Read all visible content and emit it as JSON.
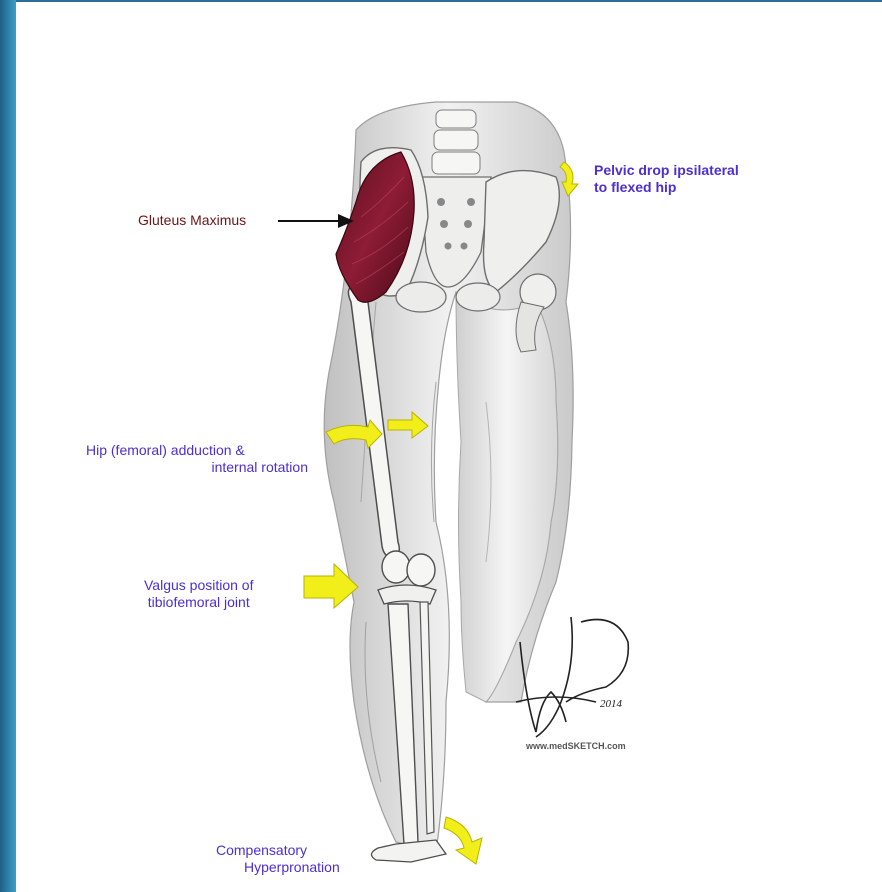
{
  "labels": {
    "gluteus": "Gluteus Maximus",
    "pelvic_line1": "Pelvic drop ipsilateral",
    "pelvic_line2": "to flexed hip",
    "hip_line1": "Hip (femoral) adduction &",
    "hip_line2": "internal rotation",
    "valgus_line1": "Valgus position of",
    "valgus_line2": "tibiofemoral joint",
    "comp_line1": "Compensatory",
    "comp_line2": "Hyperpronation",
    "website": "www.medSKETCH.com",
    "signature_year": "2014"
  },
  "colors": {
    "label_purple": "#4b2fd0",
    "label_maroon": "#6b1515",
    "arrow_yellow": "#f2ee1a",
    "muscle": "#7a1428",
    "bone": "#f4f4f2",
    "slide_blue": "#2c6e95"
  },
  "icons": {
    "gluteus_pointer": "black-arrow-right",
    "motion_arrows": "yellow-curved-arrow"
  }
}
